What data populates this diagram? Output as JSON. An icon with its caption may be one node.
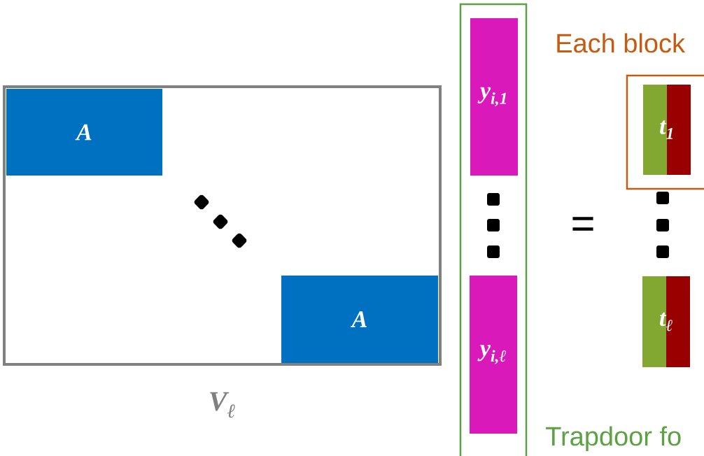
{
  "diagram": {
    "nodes": [
      {
        "text": [],
        "shape": "box",
        "beside": [
          "V$_{ℓ}$"
        ]
      },
      {
        "text": [
          "A"
        ],
        "in": 0
      },
      {
        "text": [
          "A"
        ],
        "in": 0
      },
      {
        "text": [],
        "shape": "box"
      },
      {
        "text": [
          "y$_{i,1}$"
        ],
        "in": 3
      },
      {
        "text": [
          "y$_{i,ℓ}$"
        ],
        "in": 3
      },
      {
        "text": [
          "Each block"
        ]
      },
      {
        "text": [
          "t$_{1}$"
        ],
        "in": 6
      },
      {
        "text": [
          "t$_{ℓ}$"
        ]
      }
    ],
    "labels": [
      "=",
      "Trapdoor fo"
    ]
  }
}
